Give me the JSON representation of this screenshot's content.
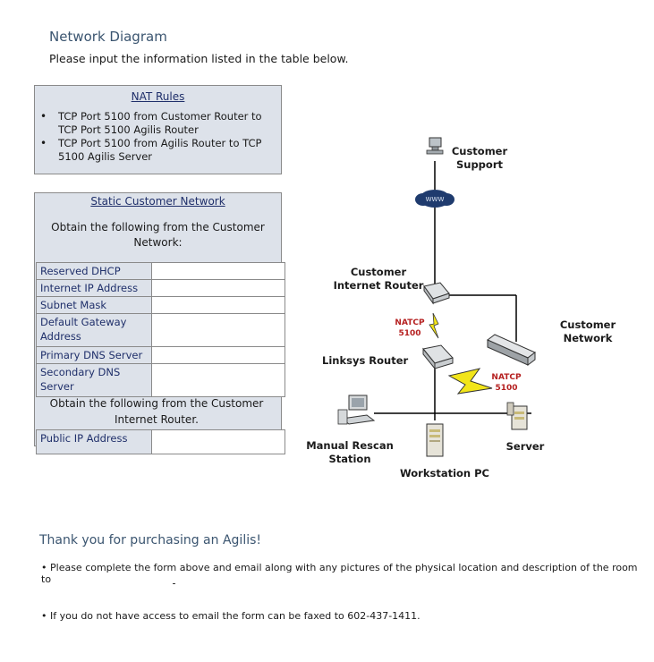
{
  "header": {
    "title": "Network Diagram",
    "subtitle": "Please input the information listed in the table below."
  },
  "nat_rules": {
    "heading": "NAT Rules",
    "items": [
      "TCP Port 5100 from Customer Router to TCP Port 5100 Agilis Router",
      "TCP Port 5100 from Agilis Router to TCP 5100 Agilis Server"
    ]
  },
  "static_network": {
    "heading": "Static Customer Network",
    "prompt": "Obtain the following from the Customer Network:",
    "fields": [
      {
        "label": "Reserved DHCP",
        "value": ""
      },
      {
        "label": "Internet IP Address",
        "value": ""
      },
      {
        "label": "Subnet Mask",
        "value": ""
      },
      {
        "label": "Default Gateway Address",
        "value": ""
      },
      {
        "label": "Primary DNS Server",
        "value": ""
      },
      {
        "label": "Secondary DNS Server",
        "value": ""
      }
    ],
    "router_prompt": "Obtain the following from the Customer Internet Router.",
    "router_fields": [
      {
        "label": "Public IP Address",
        "value": ""
      }
    ]
  },
  "diagram": {
    "customer_support": "Customer Support",
    "www": "WWW",
    "customer_internet_router": "Customer Internet Router",
    "natcp_1": "NATCP 5100",
    "linksys_router": "Linksys Router",
    "customer_network": "Customer Network",
    "natcp_2": "NATCP 5100",
    "manual_rescan_station": "Manual Rescan Station",
    "server": "Server",
    "workstation_pc": "Workstation PC"
  },
  "footer": {
    "thanks": "Thank you for purchasing an Agilis!",
    "note_1": "Please complete the form above and email along with any pictures of the physical location and description of the room to",
    "note_2": "If you do not have access to email the form can be faxed to 602-437-1411."
  }
}
